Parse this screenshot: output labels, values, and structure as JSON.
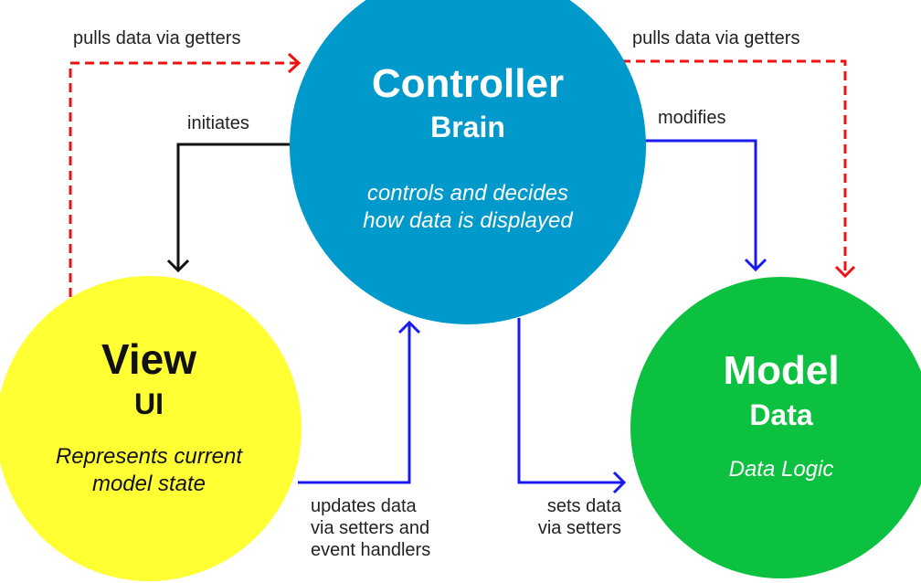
{
  "colors": {
    "controller": "#0099cc",
    "view": "#ffff33",
    "model": "#0cc040",
    "getter_arrow": "#ee1111",
    "setter_arrow": "#1a1aee",
    "initiate_arrow": "#111111"
  },
  "nodes": {
    "controller": {
      "title": "Controller",
      "subtitle": "Brain",
      "description_lines": [
        "controls and decides",
        "how data is displayed"
      ]
    },
    "view": {
      "title": "View",
      "subtitle": "UI",
      "description_lines": [
        "Represents current",
        "model state"
      ]
    },
    "model": {
      "title": "Model",
      "subtitle": "Data",
      "description_lines": [
        "Data Logic"
      ]
    }
  },
  "edges": {
    "view_to_controller_getters": {
      "label_lines": [
        "pulls data via getters"
      ],
      "style": "dashed"
    },
    "controller_to_model_getters": {
      "label_lines": [
        "pulls data via getters"
      ],
      "style": "dashed"
    },
    "controller_initiates_view": {
      "label_lines": [
        "initiates"
      ],
      "style": "solid"
    },
    "controller_modifies_model": {
      "label_lines": [
        "modifies"
      ],
      "style": "solid"
    },
    "view_updates_controller": {
      "label_lines": [
        "updates data",
        "via setters and",
        "event handlers"
      ],
      "style": "solid"
    },
    "controller_sets_model": {
      "label_lines": [
        "sets data",
        "via setters"
      ],
      "style": "solid"
    }
  }
}
